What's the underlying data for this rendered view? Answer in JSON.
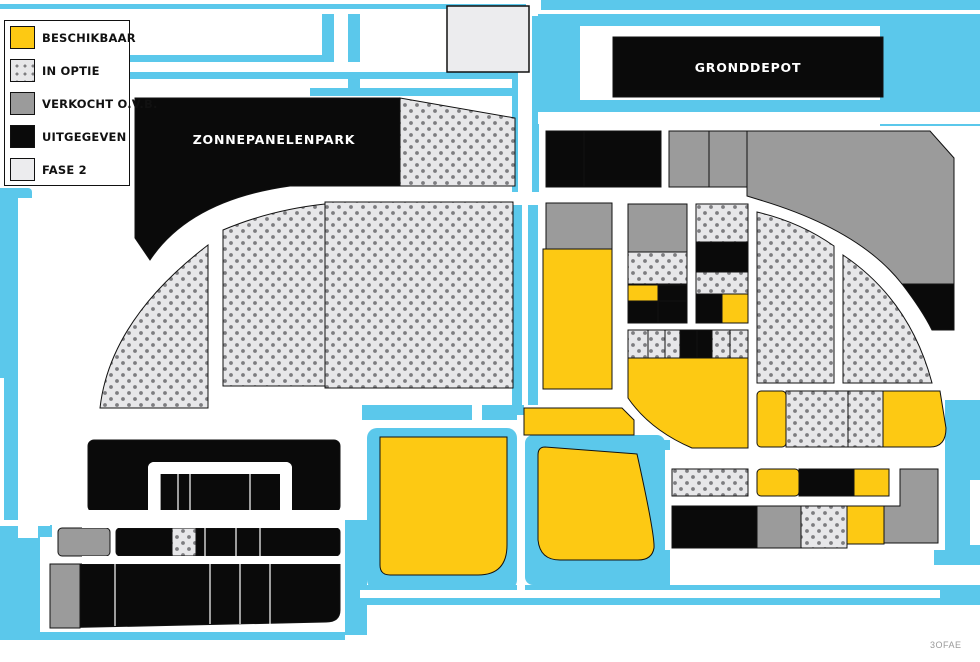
{
  "legend": {
    "items": [
      {
        "label": "BESCHIKBAAR",
        "key": "beschikbaar"
      },
      {
        "label": "IN OPTIE",
        "key": "in_optie"
      },
      {
        "label": "VERKOCHT O.V.B.",
        "key": "verkocht"
      },
      {
        "label": "UITGEGEVEN",
        "key": "uitgegeven"
      },
      {
        "label": "FASE 2",
        "key": "fase2"
      }
    ]
  },
  "labels": {
    "zonnepanelenpark": "ZONNEPANELENPARK",
    "gronddepot": "GRONDDEPOT"
  },
  "credit": "3OFAE",
  "colors": {
    "water": "#5BC8EB",
    "beschikbaar": "#FDC913",
    "in_optie": "#E7E7E9",
    "in_optie_dot": "#7D7D80",
    "verkocht": "#9B9B9B",
    "uitgegeven": "#0A0A0A",
    "fase2": "#ECECEE",
    "outline": "#111111"
  }
}
